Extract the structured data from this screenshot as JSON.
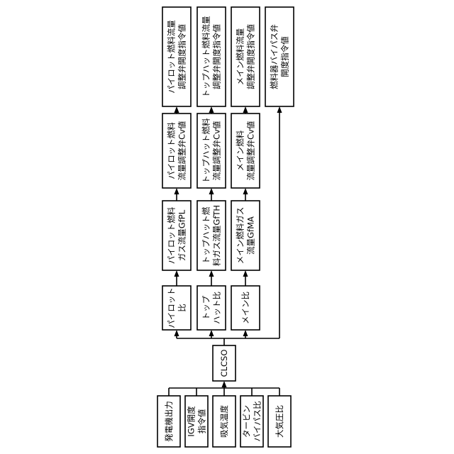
{
  "inputs": [
    {
      "id": "generator",
      "lines": [
        "発電機出力"
      ]
    },
    {
      "id": "igv",
      "lines": [
        "IGV開度",
        "指令値"
      ]
    },
    {
      "id": "intake",
      "lines": [
        "吸気温度"
      ]
    },
    {
      "id": "turbine-bypass",
      "lines": [
        "タービン",
        "バイパス比"
      ]
    },
    {
      "id": "atmos",
      "lines": [
        "大気圧比"
      ]
    }
  ],
  "center": {
    "id": "clcso",
    "lines": [
      "CLCSO"
    ]
  },
  "ratios": [
    {
      "id": "pilot-ratio",
      "lines": [
        "パイロット",
        "比"
      ]
    },
    {
      "id": "tophat-ratio",
      "lines": [
        "トップ",
        "ハット比"
      ]
    },
    {
      "id": "main-ratio",
      "lines": [
        "メイン比"
      ]
    }
  ],
  "flows": [
    {
      "id": "pilot-flow",
      "lines": [
        "パイロット燃料",
        "ガス流量GfPL"
      ]
    },
    {
      "id": "tophat-flow",
      "lines": [
        "トップハット燃",
        "料ガス流量GfTH"
      ]
    },
    {
      "id": "main-flow",
      "lines": [
        "メイン燃料ガス",
        "流量GfMA"
      ]
    }
  ],
  "cv": [
    {
      "id": "pilot-cv",
      "lines": [
        "パイロット燃料",
        "流量調整弁Cv値"
      ]
    },
    {
      "id": "tophat-cv",
      "lines": [
        "トップハット燃料",
        "流量調整弁Cv値"
      ]
    },
    {
      "id": "main-cv",
      "lines": [
        "メイン燃料",
        "流量調整弁Cv値"
      ]
    }
  ],
  "commands": [
    {
      "id": "pilot-cmd",
      "lines": [
        "パイロット燃料流量",
        "調整弁開度指令値"
      ]
    },
    {
      "id": "tophat-cmd",
      "lines": [
        "トップハット燃料流量",
        "調整弁開度指令値"
      ]
    },
    {
      "id": "main-cmd",
      "lines": [
        "メイン燃料流量",
        "調整弁開度指令値"
      ]
    },
    {
      "id": "bypass-cmd",
      "lines": [
        "燃料器バイパス弁",
        "開度指令値"
      ]
    }
  ]
}
